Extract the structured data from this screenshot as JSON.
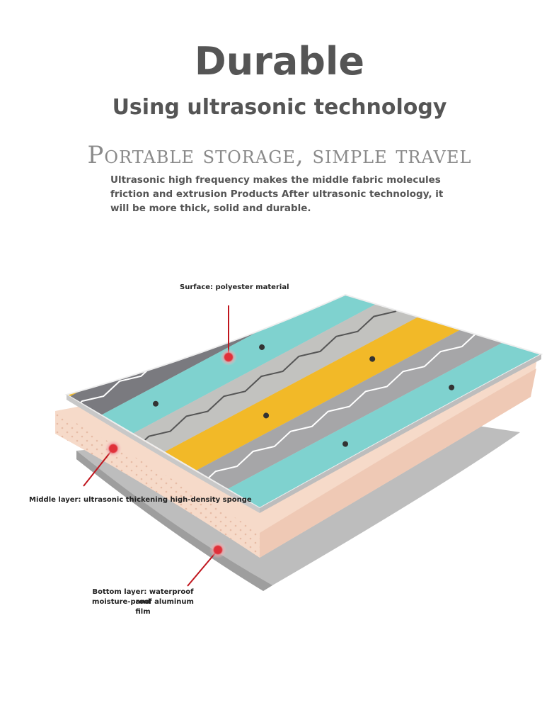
{
  "header": {
    "title": "Durable",
    "subtitle": "Using ultrasonic technology",
    "tagline": "Portable storage, simple travel",
    "description": "Ultrasonic high frequency makes the middle fabric molecules friction and extrusion Products After ultrasonic technology, it will be more thick, solid and durable."
  },
  "layers": {
    "surface": "Surface: polyester material",
    "middle": "Middle layer: ultrasonic thickening high-density sponge",
    "bottom_line1": "Bottom layer: waterproof and",
    "bottom_line2": "moisture-proof aluminum film"
  },
  "colors": {
    "heading": "#555555",
    "tagline": "#8a8a8a",
    "marker": "#e0313a",
    "sponge": "#f6dac9",
    "foil": "#b9b9b9",
    "fabric": "#d9d9d4"
  }
}
